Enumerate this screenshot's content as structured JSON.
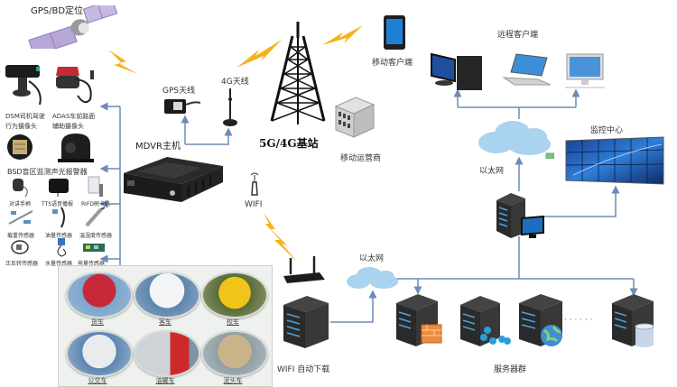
{
  "satellite": {
    "label": "GPS/BD定位"
  },
  "vehicle_devices": {
    "dsm": {
      "line1": "DSM司机驾驶",
      "line2": "行为摄像头"
    },
    "adas": {
      "line1": "ADAS车前路面",
      "line2": "辅助摄像头"
    },
    "bsd": {
      "label": "BSD盲区监测声光报警器"
    },
    "intercom": {
      "label": "对讲手柄"
    },
    "tts": {
      "label": "TTS语音播报"
    },
    "rfid": {
      "label": "RIFD刷卡机"
    },
    "load_sensor": {
      "label": "载重传感器"
    },
    "oil_sensor": {
      "label": "油量传感器"
    },
    "temp_sensor": {
      "label": "温湿度传感器"
    },
    "rotation_sensor": {
      "label": "正反转传感器"
    },
    "water_sensor": {
      "label": "水量传感器"
    },
    "power_sensor": {
      "label": "电量传感器"
    }
  },
  "mdvr": {
    "label": "MDVR主机"
  },
  "gps_antenna": {
    "label": "GPS天线"
  },
  "antenna_4g": {
    "label": "4G天线"
  },
  "wifi": {
    "label": "WIFI"
  },
  "base_station": {
    "label": "5G/4G基站"
  },
  "mobile_operator": {
    "label": "移动运营商"
  },
  "mobile_client": {
    "label": "移动客户端"
  },
  "remote_clients": {
    "label": "远程客户端"
  },
  "monitoring_center": {
    "label": "监控中心"
  },
  "ethernet_top": {
    "label": "以太网"
  },
  "ethernet_bottom": {
    "label": "以太网"
  },
  "wifi_download": {
    "label": "WIFI 自动下载"
  },
  "server_cluster": {
    "label": "服务器群",
    "ellipsis": "· · · · · ·"
  },
  "vehicles": [
    {
      "label": "货车",
      "color": "#c8283a"
    },
    {
      "label": "客车",
      "color": "#f2f4f6"
    },
    {
      "label": "校车",
      "color": "#f0c419"
    },
    {
      "label": "公交车",
      "color": "#e9ecef"
    },
    {
      "label": "油罐车",
      "color": "#d0d4d8"
    },
    {
      "label": "泥头车",
      "color": "#c9b48a"
    }
  ],
  "colors": {
    "connector": "#6b8cb5",
    "lightning": "#f5b21a",
    "cloud": "#a9d3ef"
  }
}
